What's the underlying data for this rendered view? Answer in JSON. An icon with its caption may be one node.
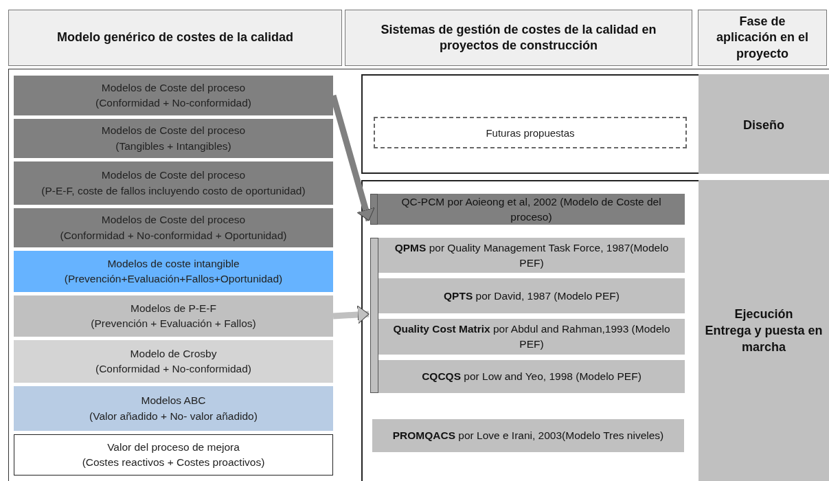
{
  "diagram": {
    "nodes": [
      {
        "text": [
          "Modelo genérico de costes de la calidad"
        ]
      },
      {
        "text": [
          "Sistemas de gestión de costes de la calidad en proyectos de construcción"
        ]
      },
      {
        "text": [
          "Fase de aplicación en el proyecto"
        ]
      },
      {
        "text": [
          "Modelos de Coste del proceso",
          "(Conformidad + No-conformidad)"
        ]
      },
      {
        "text": [
          "Modelos de Coste del proceso",
          "(Tangibles + Intangibles)"
        ]
      },
      {
        "text": [
          "Modelos de Coste del proceso",
          "(P-E-F, coste de fallos incluyendo costo de oportunidad)"
        ]
      },
      {
        "text": [
          "Modelos de Coste del proceso",
          "(Conformidad + No-conformidad + Oportunidad)"
        ]
      },
      {
        "text": [
          "Modelos de coste intangible",
          "(Prevención+Evaluación+Fallos+Oportunidad)"
        ]
      },
      {
        "text": [
          "Modelos de P-E-F",
          "(Prevención  + Evaluación  + Fallos)"
        ]
      },
      {
        "text": [
          "Modelo de Crosby",
          "(Conformidad + No-conformidad)"
        ]
      },
      {
        "text": [
          "Modelos  ABC",
          "(Valor añadido + No- valor añadido)"
        ]
      },
      {
        "text": [
          "Valor del proceso de mejora",
          "(Costes reactivos + Costes proactivos)"
        ]
      },
      {
        "text": [],
        "shape": "box"
      },
      {
        "text": [
          "Futuras propuestas"
        ],
        "in": 12
      },
      {
        "text": [
          "Diseño"
        ]
      },
      {
        "text": [],
        "shape": "box"
      },
      {
        "text": [],
        "shape": "bar",
        "in": 15
      },
      {
        "text": [
          "QC-PCM por Aoieong et al, 2002 (Modelo de Coste del proceso)"
        ],
        "in": 15
      },
      {
        "text": [],
        "shape": "bar",
        "in": 15
      },
      {
        "text": [
          "**QPMS** por Quality Management Task Force, 1987(Modelo PEF)"
        ],
        "in": 15
      },
      {
        "text": [
          "**QPTS** por David, 1987 (Modelo PEF)"
        ],
        "in": 15
      },
      {
        "text": [
          "**Quality Cost Matrix** por Abdul and Rahman,1993 (Modelo PEF)"
        ],
        "in": 15
      },
      {
        "text": [
          "**CQCQS** por Low and Yeo, 1998 (Modelo PEF)"
        ],
        "in": 15
      },
      {
        "text": [
          "**PROMQACS** por Love e Irani, 2003(Modelo Tres niveles)"
        ],
        "in": 15
      },
      {
        "text": [
          "Ejecución",
          "Entrega y puesta en marcha"
        ]
      }
    ],
    "edges": [
      {
        "from": 3,
        "to": 16,
        "arrow": "to",
        "color": "#808080"
      },
      {
        "from": 8,
        "to": 18,
        "arrow": "to",
        "color": "#c0c0c0"
      }
    ]
  }
}
